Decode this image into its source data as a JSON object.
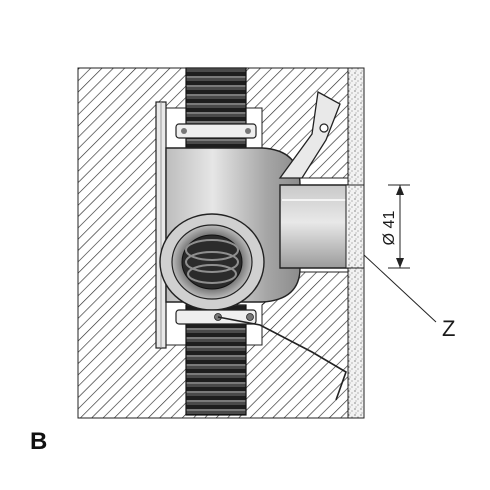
{
  "figure": {
    "panel_label": "B",
    "dimension_label": "Ø 41",
    "callout_label": "Z"
  },
  "colors": {
    "hatch": "#2b2b2b",
    "pipe_light": "#dcdcdc",
    "pipe_mid": "#a9a9a9",
    "pipe_dark": "#6b6b6b",
    "hose": "#3a3a3a",
    "stipple_bg": "#f2f2f2"
  }
}
